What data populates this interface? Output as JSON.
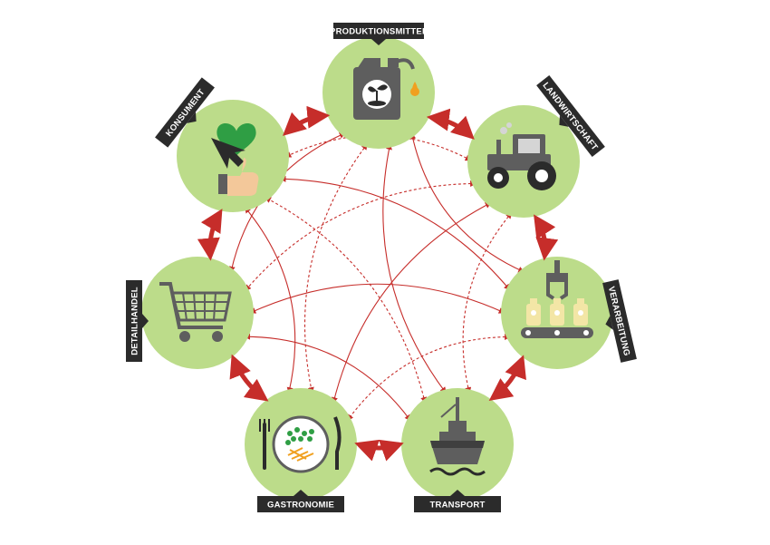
{
  "colors": {
    "node_fill": "#bcdc8a",
    "label_bg": "#2b2b2b",
    "icon_gray": "#5e5e5e",
    "arrow_red": "#c62d2a",
    "accent_green": "#2f9e44"
  },
  "nodes": [
    {
      "id": "produktionsmittel",
      "label": "PRODUKTIONSMITTEL",
      "icon": "fuel-canister-icon"
    },
    {
      "id": "landwirtschaft",
      "label": "LANDWIRTSCHAFT",
      "icon": "tractor-icon"
    },
    {
      "id": "verarbeitung",
      "label": "VERARBEITUNG",
      "icon": "factory-conveyor-icon"
    },
    {
      "id": "transport",
      "label": "TRANSPORT",
      "icon": "cargo-ship-icon"
    },
    {
      "id": "gastronomie",
      "label": "GASTRONOMIE",
      "icon": "plate-cutlery-icon"
    },
    {
      "id": "detailhandel",
      "label": "DETAILHANDEL",
      "icon": "shopping-cart-icon"
    },
    {
      "id": "konsument",
      "label": "KONSUMENT",
      "icon": "heart-thumbs-up-icon"
    }
  ],
  "cycle_links": [
    [
      "produktionsmittel",
      "landwirtschaft"
    ],
    [
      "landwirtschaft",
      "verarbeitung"
    ],
    [
      "verarbeitung",
      "transport"
    ],
    [
      "transport",
      "gastronomie"
    ],
    [
      "gastronomie",
      "detailhandel"
    ],
    [
      "detailhandel",
      "konsument"
    ],
    [
      "konsument",
      "produktionsmittel"
    ]
  ],
  "cross_links": [
    [
      "produktionsmittel",
      "verarbeitung",
      "solid"
    ],
    [
      "produktionsmittel",
      "transport",
      "solid"
    ],
    [
      "produktionsmittel",
      "gastronomie",
      "dashed"
    ],
    [
      "produktionsmittel",
      "detailhandel",
      "solid"
    ],
    [
      "landwirtschaft",
      "transport",
      "dashed"
    ],
    [
      "landwirtschaft",
      "gastronomie",
      "solid"
    ],
    [
      "landwirtschaft",
      "detailhandel",
      "dashed"
    ],
    [
      "landwirtschaft",
      "konsument",
      "dashed"
    ],
    [
      "verarbeitung",
      "gastronomie",
      "dashed"
    ],
    [
      "verarbeitung",
      "detailhandel",
      "solid"
    ],
    [
      "verarbeitung",
      "konsument",
      "solid"
    ],
    [
      "transport",
      "detailhandel",
      "solid"
    ],
    [
      "transport",
      "konsument",
      "dashed"
    ],
    [
      "gastronomie",
      "konsument",
      "solid"
    ]
  ]
}
